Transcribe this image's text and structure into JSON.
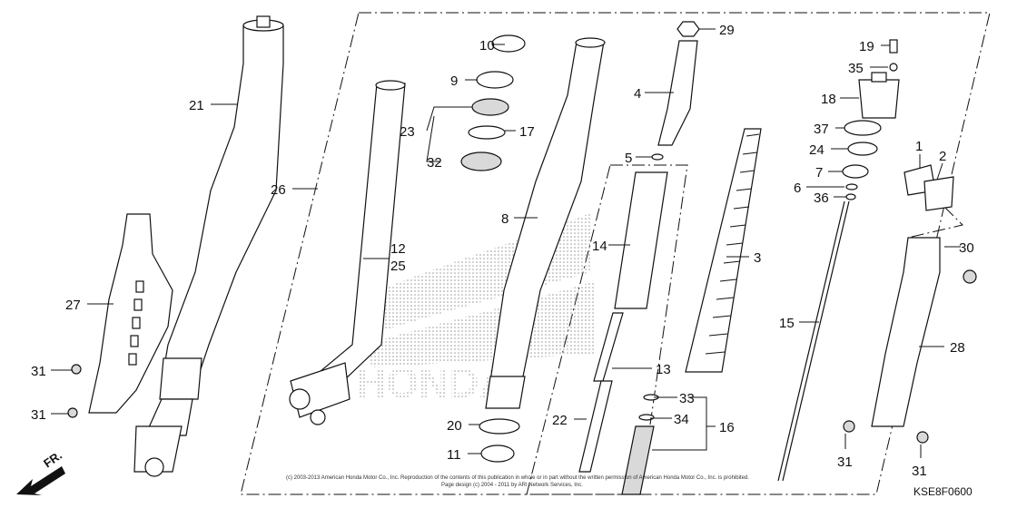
{
  "diagram": {
    "code": "KSE8F0600",
    "direction_label": "FR.",
    "copyright_line1": "(c) 2003-2013 American Honda Motor Co., Inc. Reproduction of the contents of this publication in whole or in part without the written permission of American Honda Motor Co., Inc. is prohibited.",
    "copyright_line2": "Page design (c) 2004 - 2011 by ARI Network Services, Inc.",
    "watermark": "HONDA",
    "callouts": [
      {
        "id": "c1",
        "text": "1"
      },
      {
        "id": "c2",
        "text": "2"
      },
      {
        "id": "c3",
        "text": "3"
      },
      {
        "id": "c4",
        "text": "4"
      },
      {
        "id": "c5",
        "text": "5"
      },
      {
        "id": "c6",
        "text": "6"
      },
      {
        "id": "c7",
        "text": "7"
      },
      {
        "id": "c8",
        "text": "8"
      },
      {
        "id": "c9",
        "text": "9"
      },
      {
        "id": "c10",
        "text": "10"
      },
      {
        "id": "c11",
        "text": "11"
      },
      {
        "id": "c12",
        "text": "12"
      },
      {
        "id": "c13",
        "text": "13"
      },
      {
        "id": "c14",
        "text": "14"
      },
      {
        "id": "c15",
        "text": "15"
      },
      {
        "id": "c16",
        "text": "16"
      },
      {
        "id": "c17",
        "text": "17"
      },
      {
        "id": "c18",
        "text": "18"
      },
      {
        "id": "c19",
        "text": "19"
      },
      {
        "id": "c20",
        "text": "20"
      },
      {
        "id": "c21",
        "text": "21"
      },
      {
        "id": "c22",
        "text": "22"
      },
      {
        "id": "c23",
        "text": "23"
      },
      {
        "id": "c24",
        "text": "24"
      },
      {
        "id": "c25",
        "text": "25"
      },
      {
        "id": "c26",
        "text": "26"
      },
      {
        "id": "c27",
        "text": "27"
      },
      {
        "id": "c28",
        "text": "28"
      },
      {
        "id": "c29",
        "text": "29"
      },
      {
        "id": "c30",
        "text": "30"
      },
      {
        "id": "c31a",
        "text": "31"
      },
      {
        "id": "c31b",
        "text": "31"
      },
      {
        "id": "c31c",
        "text": "31"
      },
      {
        "id": "c31d",
        "text": "31"
      },
      {
        "id": "c32",
        "text": "32"
      },
      {
        "id": "c33",
        "text": "33"
      },
      {
        "id": "c34",
        "text": "34"
      },
      {
        "id": "c35",
        "text": "35"
      },
      {
        "id": "c36",
        "text": "36"
      },
      {
        "id": "c37",
        "text": "37"
      }
    ]
  }
}
